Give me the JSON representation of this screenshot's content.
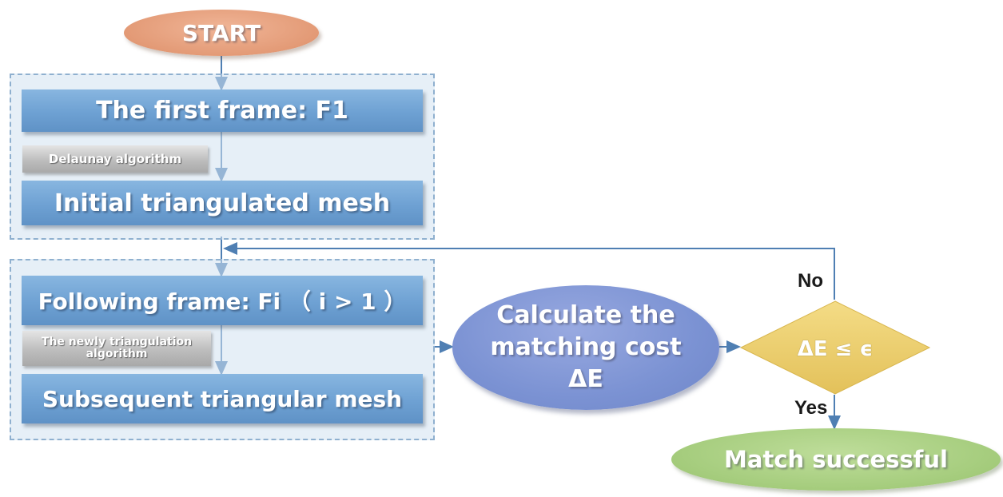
{
  "start": {
    "label": "START"
  },
  "group1": {
    "first_frame": "The first frame: F1",
    "delaunay": "Delaunay algorithm",
    "initial_mesh": "Initial triangulated mesh"
  },
  "group2": {
    "following_frame": "Following frame: Fi （ i > 1 ）",
    "newly_algorithm_line1": "The newly triangulation",
    "newly_algorithm_line2": "algorithm",
    "subsequent_mesh": "Subsequent triangular mesh"
  },
  "calc": {
    "line1": "Calculate the",
    "line2": "matching cost",
    "line3": "ΔE"
  },
  "decision": {
    "label": "ΔE ≤ ϵ"
  },
  "labels": {
    "no": "No",
    "yes": "Yes"
  },
  "end": {
    "label": "Match successful"
  },
  "colors": {
    "start_fill": "#e39a76",
    "bar_fill": "#6ea1d3",
    "tag_fill": "#bdbdbd",
    "calc_fill": "#7b92d3",
    "decision_fill": "#ecd06a",
    "end_fill": "#a6cd7e",
    "arrow": "#4f7fb3"
  }
}
